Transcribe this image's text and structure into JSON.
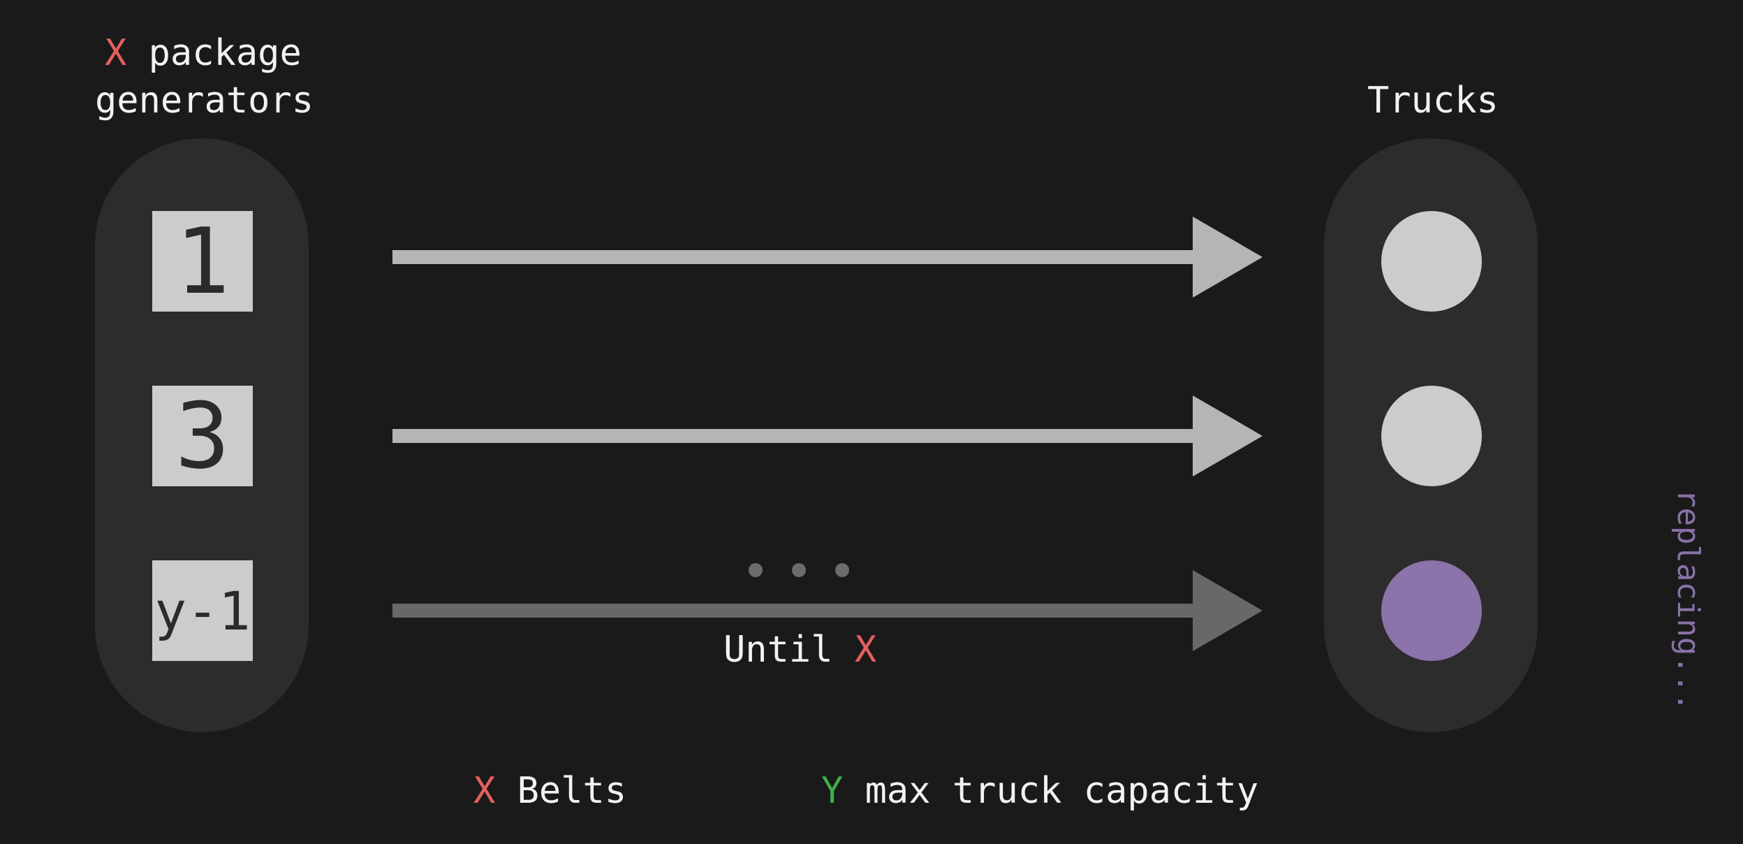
{
  "left_group": {
    "title_var": "X",
    "title_line1_rest": " package",
    "title_line2": "generators",
    "generators": [
      "1",
      "3",
      "y-1"
    ]
  },
  "right_group": {
    "title": "Trucks",
    "trucks": [
      {
        "color": "#cccccc"
      },
      {
        "color": "#cccccc"
      },
      {
        "color": "#8c73a9"
      }
    ]
  },
  "belts": [
    {
      "color": "#b5b5b5"
    },
    {
      "color": "#b5b5b5"
    },
    {
      "color": "#686868"
    }
  ],
  "ellipsis": "...",
  "until_label": {
    "text": "Until ",
    "var": "X"
  },
  "legend": {
    "belts": {
      "var": "X",
      "text": " Belts"
    },
    "capacity": {
      "var": "Y",
      "text": " max truck capacity"
    }
  },
  "side_note": "replacing...",
  "colors": {
    "background": "#1a1a1a",
    "pill": "#2c2c2c",
    "variable_x": "#e4605e",
    "variable_y": "#3fae49",
    "side_note": "#8a72a8"
  }
}
